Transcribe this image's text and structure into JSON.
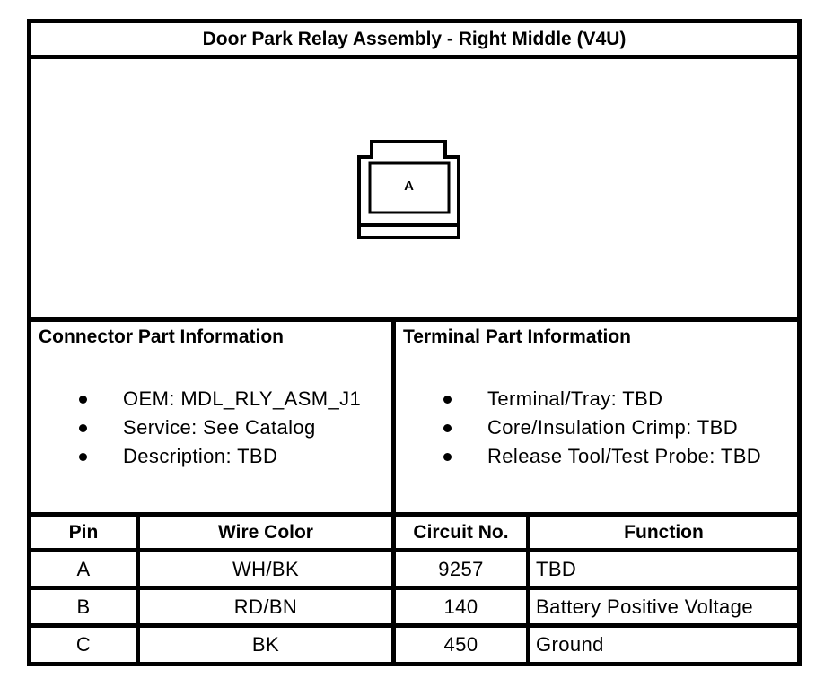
{
  "title": "Door Park Relay Assembly - Right Middle (V4U)",
  "connector_diagram": {
    "cavity_label": "A"
  },
  "sections": {
    "connector_info": {
      "header": "Connector Part Information",
      "items": [
        "OEM: MDL_RLY_ASM_J1",
        "Service: See Catalog",
        "Description: TBD"
      ]
    },
    "terminal_info": {
      "header": "Terminal Part Information",
      "items": [
        "Terminal/Tray: TBD",
        "Core/Insulation Crimp: TBD",
        "Release Tool/Test Probe: TBD"
      ]
    }
  },
  "pin_table": {
    "headers": [
      "Pin",
      "Wire Color",
      "Circuit No.",
      "Function"
    ],
    "rows": [
      [
        "A",
        "WH/BK",
        "9257",
        "TBD"
      ],
      [
        "B",
        "RD/BN",
        "140",
        "Battery Positive Voltage"
      ],
      [
        "C",
        "BK",
        "450",
        "Ground"
      ]
    ]
  },
  "colors": {
    "line": "#000000",
    "background": "#ffffff",
    "text": "#000000"
  }
}
